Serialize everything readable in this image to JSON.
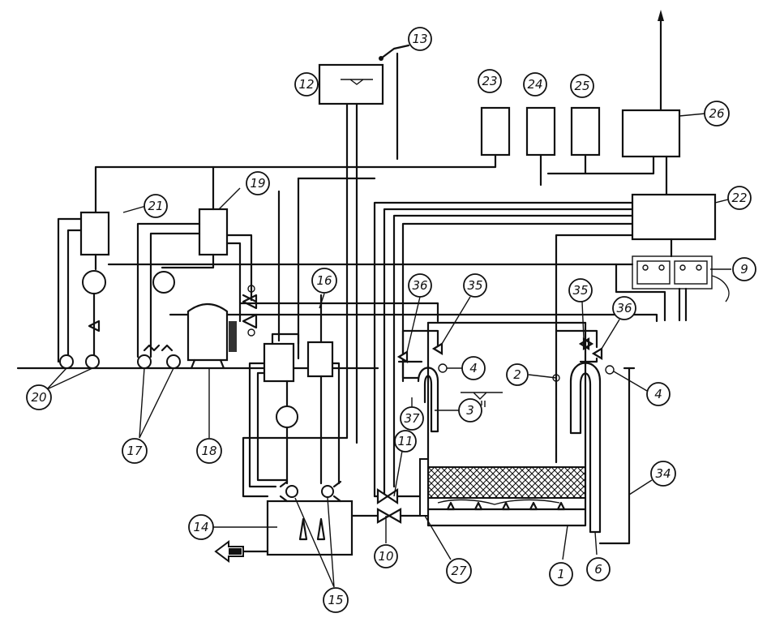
{
  "labels": {
    "n1": "1",
    "n2": "2",
    "n3": "3",
    "n4a": "4",
    "n4b": "4",
    "n6": "6",
    "n9": "9",
    "n10": "10",
    "n11": "11",
    "n12": "12",
    "n13": "13",
    "n14": "14",
    "n15": "15",
    "n16": "16",
    "n17": "17",
    "n18": "18",
    "n19": "19",
    "n20": "20",
    "n21": "21",
    "n22": "22",
    "n23": "23",
    "n24": "24",
    "n25": "25",
    "n26": "26",
    "n27": "27",
    "n34": "34",
    "n35a": "35",
    "n35b": "35",
    "n36a": "36",
    "n36b": "36",
    "n37": "37"
  },
  "colors": {
    "ink": "#111111",
    "paper": "#ffffff",
    "arrow": "#111111"
  }
}
